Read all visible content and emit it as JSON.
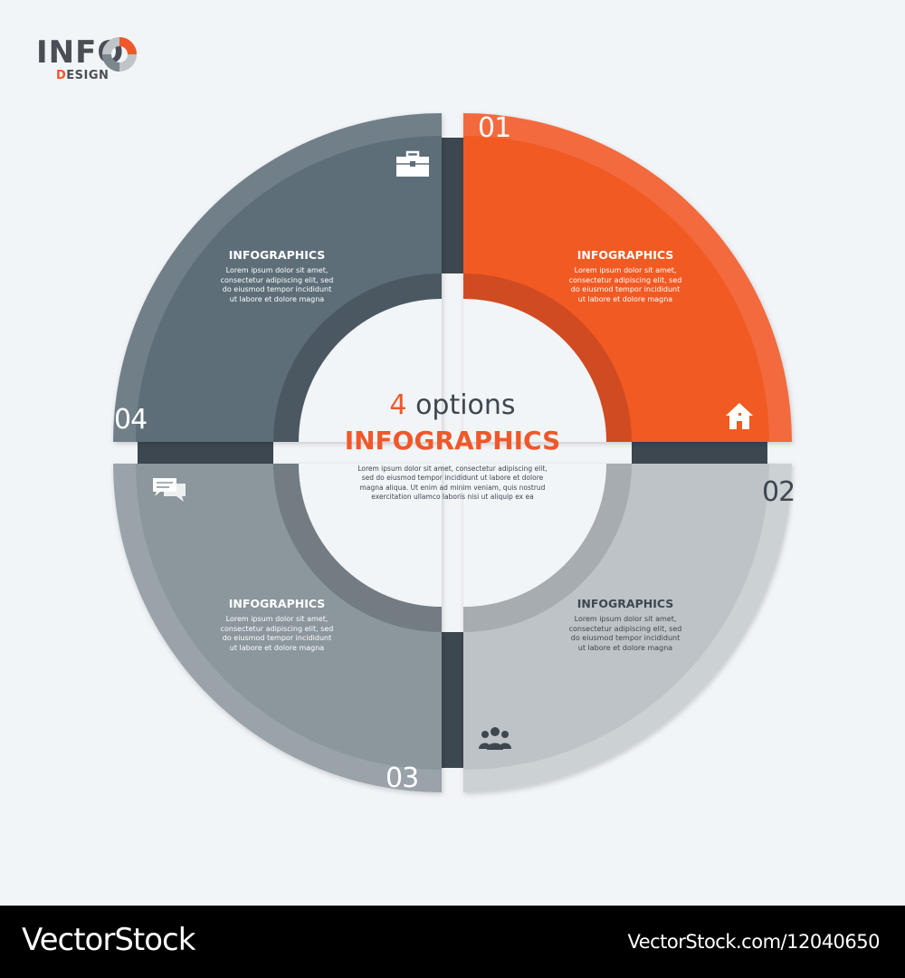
{
  "logo": {
    "top": "INFO",
    "bottom_first": "D",
    "bottom_rest": "ESIGN"
  },
  "center": {
    "count": "4",
    "options_word": "options",
    "title": "INFOGRAPHICS",
    "text_lines": [
      "Lorem ipsum dolor sit amet, consectetur adipiscing elit,",
      "sed do eiusmod tempor incididunt ut labore et dolore",
      "magna aliqua. Ut enim ad minim veniam, quis nostrud",
      "exercitation ullamco laboris nisi ut aliquip ex ea"
    ]
  },
  "segments": [
    {
      "number": "01",
      "title": "INFOGRAPHICS",
      "icon": "home-icon",
      "text_lines": [
        "Lorem ipsum dolor sit amet,",
        "consectetur adipiscing elit, sed",
        "do eiusmod tempor incididunt",
        "ut labore et dolore magna"
      ],
      "color": "#f15a24",
      "outer_color": "#f26b3c",
      "inner_color": "#d04c22"
    },
    {
      "number": "02",
      "title": "INFOGRAPHICS",
      "icon": "people-icon",
      "text_lines": [
        "Lorem ipsum dolor sit amet,",
        "consectetur adipiscing elit, sed",
        "do eiusmod tempor incididunt",
        "ut labore et dolore magna"
      ],
      "color": "#bec3c7",
      "outer_color": "#ccd1d4",
      "inner_color": "#a7acb0"
    },
    {
      "number": "03",
      "title": "INFOGRAPHICS",
      "icon": "",
      "text_lines": [
        "Lorem ipsum dolor sit amet,",
        "consectetur adipiscing elit, sed",
        "do eiusmod tempor incididunt",
        "ut labore et dolore magna"
      ],
      "color": "#8b969d",
      "outer_color": "#9aa3a9",
      "inner_color": "#727c82"
    },
    {
      "number": "04",
      "title": "INFOGRAPHICS",
      "icon": "briefcase-icon",
      "text_lines": [
        "Lorem ipsum dolor sit amet,",
        "consectetur adipiscing elit, sed",
        "do eiusmod tempor incididunt",
        "ut labore et dolore magna"
      ],
      "color": "#5d6e79",
      "outer_color": "#717f89",
      "inner_color": "#4b5962"
    }
  ],
  "extra_icons": {
    "chat": "chat-icon"
  },
  "connector_color": "#3d4750",
  "footer": {
    "brand": "VectorStock",
    "reference": "VectorStock.com/12040650"
  }
}
